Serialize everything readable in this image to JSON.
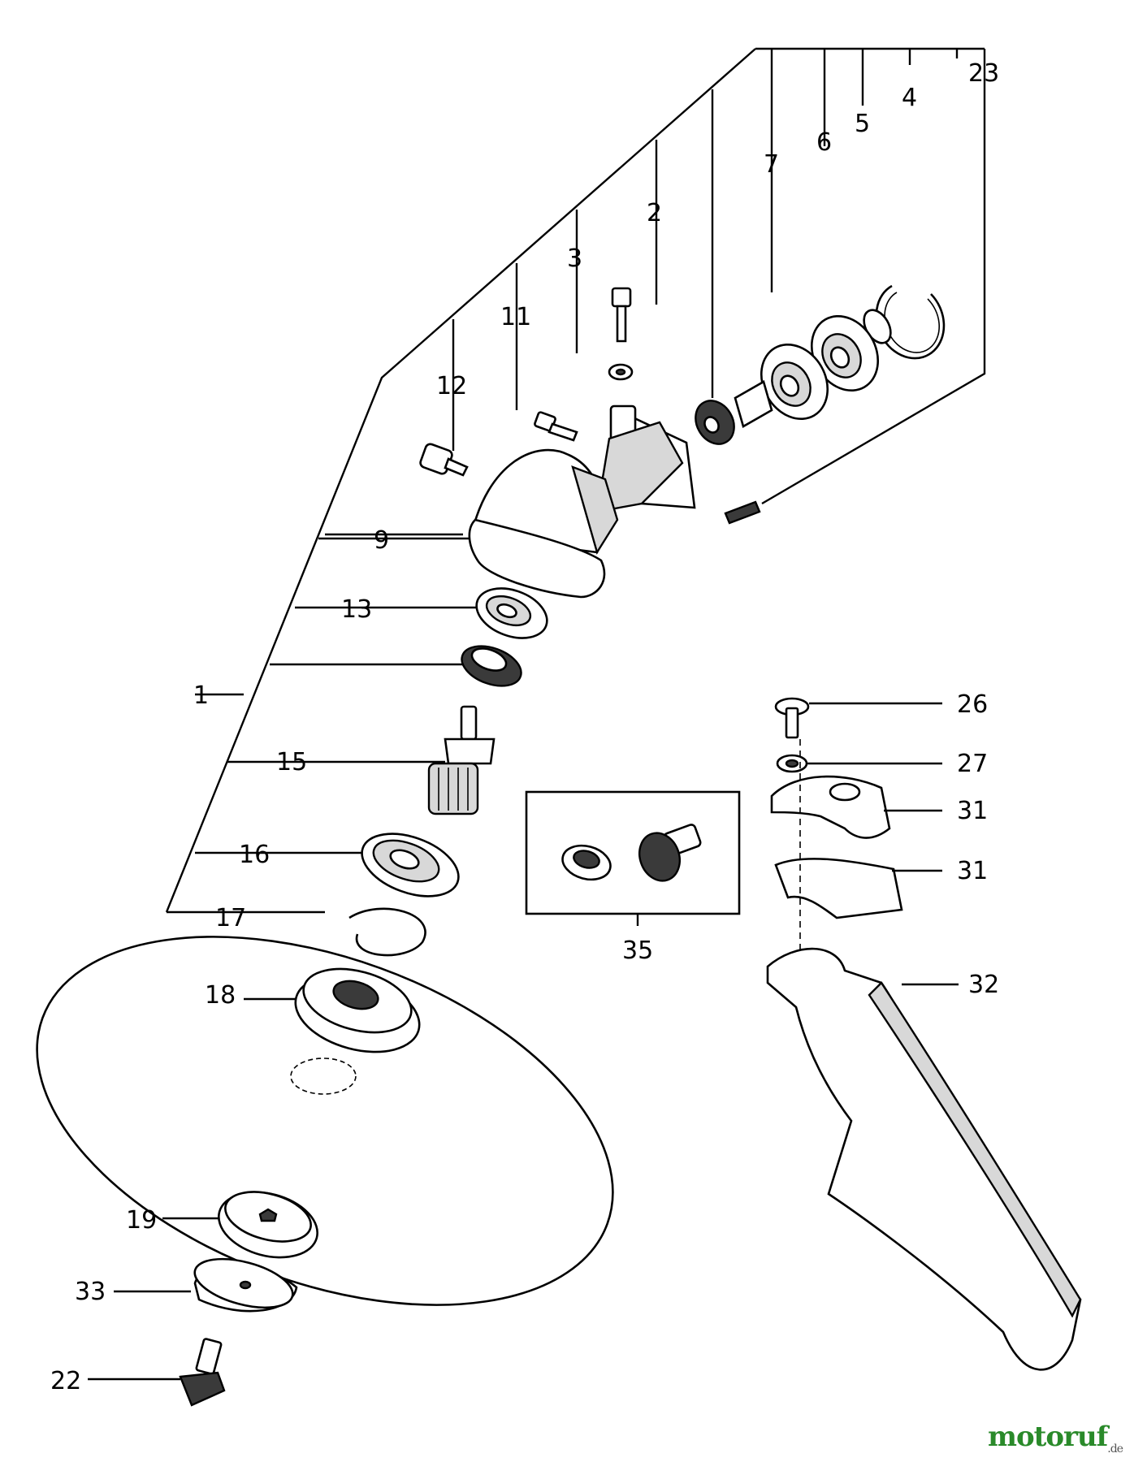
{
  "labels": {
    "p1": "1",
    "p2": "2",
    "p3": "3",
    "p4": "4",
    "p5": "5",
    "p6": "6",
    "p7": "7",
    "p9": "9",
    "p11": "11",
    "p12": "12",
    "p13": "13",
    "p15": "15",
    "p16": "16",
    "p17": "17",
    "p18": "18",
    "p19": "19",
    "p22": "22",
    "p23": "23",
    "p26": "26",
    "p27": "27",
    "p31a": "31",
    "p31b": "31",
    "p32": "32",
    "p33": "33",
    "p35": "35"
  },
  "watermark": {
    "brand": "motoruf",
    "tld": ".de"
  }
}
